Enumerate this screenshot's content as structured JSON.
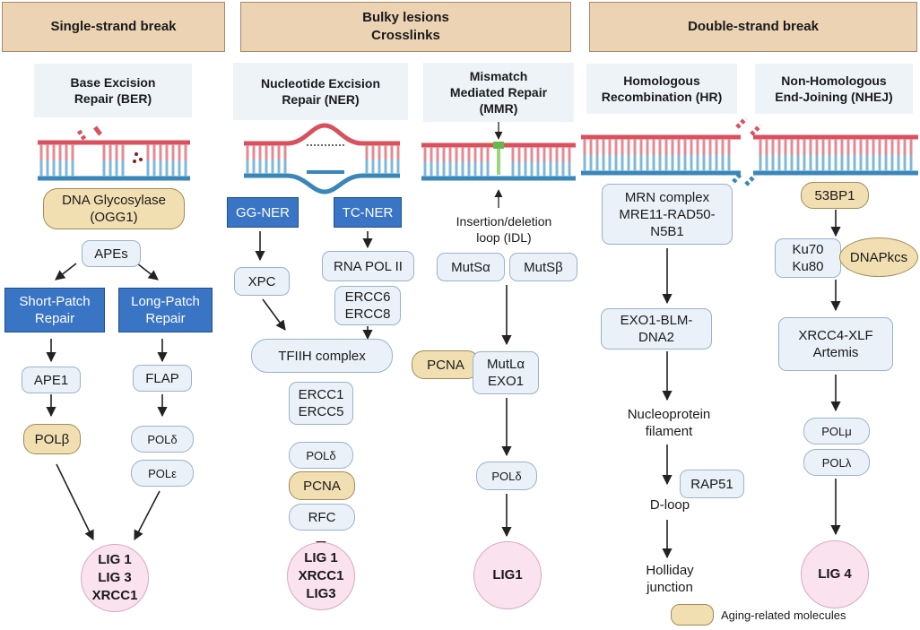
{
  "categories": {
    "ssb": "Single-strand break",
    "bulky": "Bulky lesions\nCrosslinks",
    "dsb": "Double-strand break"
  },
  "ber": {
    "title": "Base Excision\nRepair (BER)",
    "glycosylase": "DNA Glycosylase\n(OGG1)",
    "apes": "APEs",
    "short_patch": "Short-Patch\nRepair",
    "long_patch": "Long-Patch\nRepair",
    "ape1": "APE1",
    "flap": "FLAP",
    "polb": "POLβ",
    "pold": "POLδ",
    "pole": "POLε",
    "lig": "LIG 1\nLIG 3\nXRCC1"
  },
  "ner": {
    "title": "Nucleotide Excision\nRepair (NER)",
    "gg": "GG-NER",
    "tc": "TC-NER",
    "xpc": "XPC",
    "rnapol": "RNA POL II",
    "ercc68": "ERCC6\nERCC8",
    "tfiih": "TFIIH complex",
    "ercc15": "ERCC1\nERCC5",
    "pold": "POLδ",
    "pcna": "PCNA",
    "rfc": "RFC",
    "lig": "LIG 1\nXRCC1\nLIG3"
  },
  "mmr": {
    "title": "Mismatch\nMediated Repair\n(MMR)",
    "idl": "Insertion/deletion\nloop (IDL)",
    "mutsa": "MutSα",
    "mutsb": "MutSβ",
    "pcna": "PCNA",
    "mutla": "MutLα\nEXO1",
    "pold": "POLδ",
    "lig": "LIG1"
  },
  "hr": {
    "title": "Homologous\nRecombination (HR)",
    "mrn": "MRN complex\nMRE11-RAD50-\nN5B1",
    "exo1": "EXO1-BLM-\nDNA2",
    "filament": "Nucleoprotein\nfilament",
    "rap51": "RAP51",
    "dloop": "D-loop",
    "holliday": "Holliday\njunction"
  },
  "nhej": {
    "title": "Non-Homologous\nEnd-Joining (NHEJ)",
    "bp53": "53BP1",
    "ku": "Ku70\nKu80",
    "dnapkcs": "DNAPkcs",
    "xrcc4": "XRCC4-XLF\nArtemis",
    "polmu": "POLμ",
    "pollambda": "POLλ",
    "lig": "LIG 4"
  },
  "legend": {
    "label": "Aging-related molecules"
  },
  "colors": {
    "strand_red": "#d9505e",
    "strand_blue": "#3a86b8",
    "aging_fill": "#f2dfb1",
    "pathway_blue": "#3a74c5"
  }
}
